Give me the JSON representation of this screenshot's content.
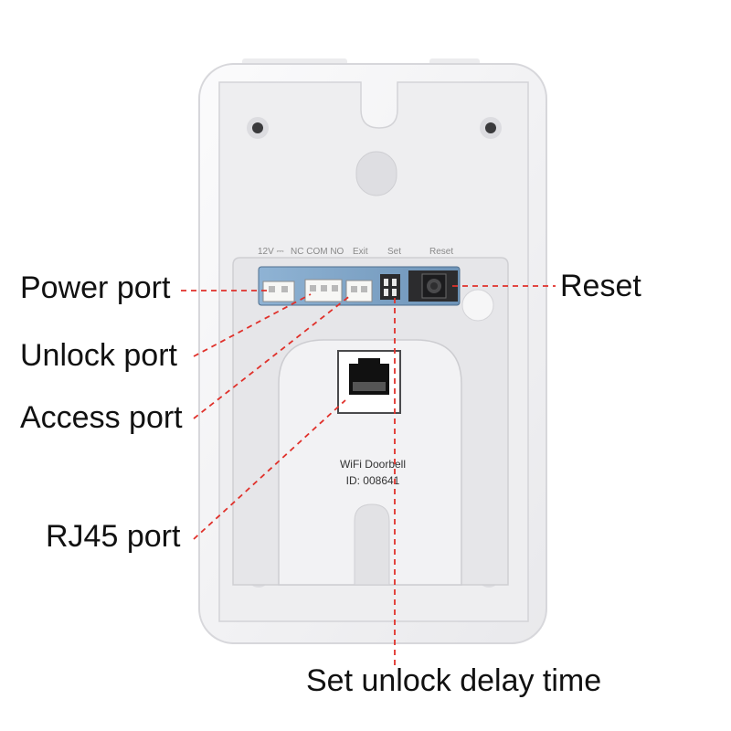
{
  "device": {
    "product_label": "WiFi Doorbell",
    "id_label": "ID: 008641",
    "silkscreen": {
      "power": "12V ⎓",
      "relay": "NC COM NO",
      "exit": "Exit",
      "set": "Set",
      "reset": "Reset"
    }
  },
  "callouts": {
    "power_port": "Power port",
    "unlock_port": "Unlock port",
    "access_port": "Access port",
    "rj45_port": "RJ45 port",
    "reset": "Reset",
    "set_unlock_delay": "Set unlock delay time"
  },
  "colors": {
    "leader_line": "#e0312b",
    "housing": "#f4f4f5",
    "plate": "#e3e3e6",
    "board": "#7fa6c8"
  }
}
